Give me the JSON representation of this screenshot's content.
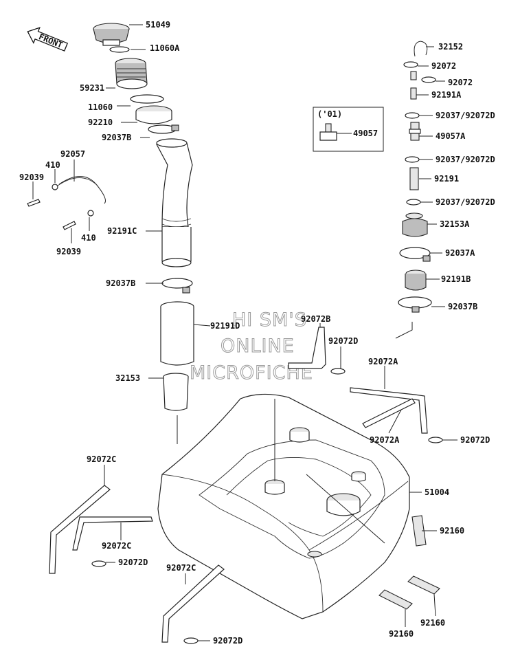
{
  "front_label": "FRONT",
  "year_box": "('01)",
  "watermark": [
    "HI SM'S",
    "ONLINE",
    "MICROFICHE"
  ],
  "labels": {
    "p51049": "51049",
    "p11060A": "11060A",
    "p59231": "59231",
    "p11060": "11060",
    "p92210": "92210",
    "p92037B_top": "92037B",
    "p92057": "92057",
    "p410_top": "410",
    "p92039_top": "92039",
    "p410_bot": "410",
    "p92039_bot": "92039",
    "p92191C": "92191C",
    "p92037B_mid": "92037B",
    "p92191D": "92191D",
    "p32153": "32153",
    "p32152": "32152",
    "p92072_a": "92072",
    "p92072_b": "92072",
    "p92191A": "92191A",
    "p92037_1": "92037/92072D",
    "p49057": "49057",
    "p49057A": "49057A",
    "p92037_2": "92037/92072D",
    "p92191": "92191",
    "p92037_3": "92037/92072D",
    "p32153A": "32153A",
    "p92037A": "92037A",
    "p92191B": "92191B",
    "p92037B_right": "92037B",
    "p92072B": "92072B",
    "p92072D_top": "92072D",
    "p92072A_top": "92072A",
    "p92072A_bot": "92072A",
    "p92072D_right": "92072D",
    "p51004": "51004",
    "p92160_a": "92160",
    "p92160_b": "92160",
    "p92160_c": "92160",
    "p92072C_a": "92072C",
    "p92072C_b": "92072C",
    "p92072D_left": "92072D",
    "p92072C_c": "92072C",
    "p92072D_bot": "92072D"
  }
}
